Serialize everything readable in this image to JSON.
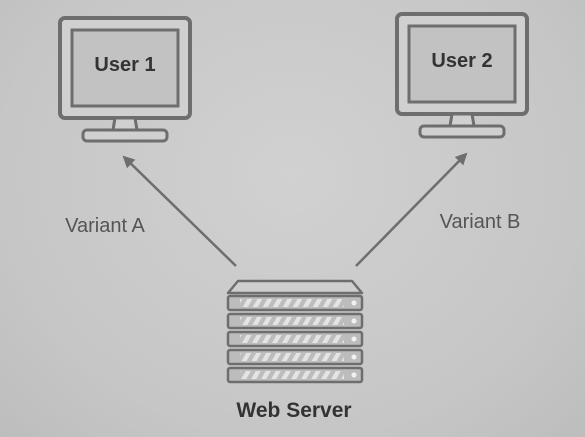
{
  "diagram": {
    "user1": {
      "label": "User 1"
    },
    "user2": {
      "label": "User 2"
    },
    "edge_a": {
      "label": "Variant A"
    },
    "edge_b": {
      "label": "Variant B"
    },
    "server": {
      "label": "Web Server"
    }
  },
  "colors": {
    "stroke": "#6e6e6e",
    "screen": "#c2c2c2",
    "monitor_body": "#d0d0d0",
    "server_body": "#bcbcbc",
    "text_dark": "#333333",
    "text_mid": "#555555"
  }
}
